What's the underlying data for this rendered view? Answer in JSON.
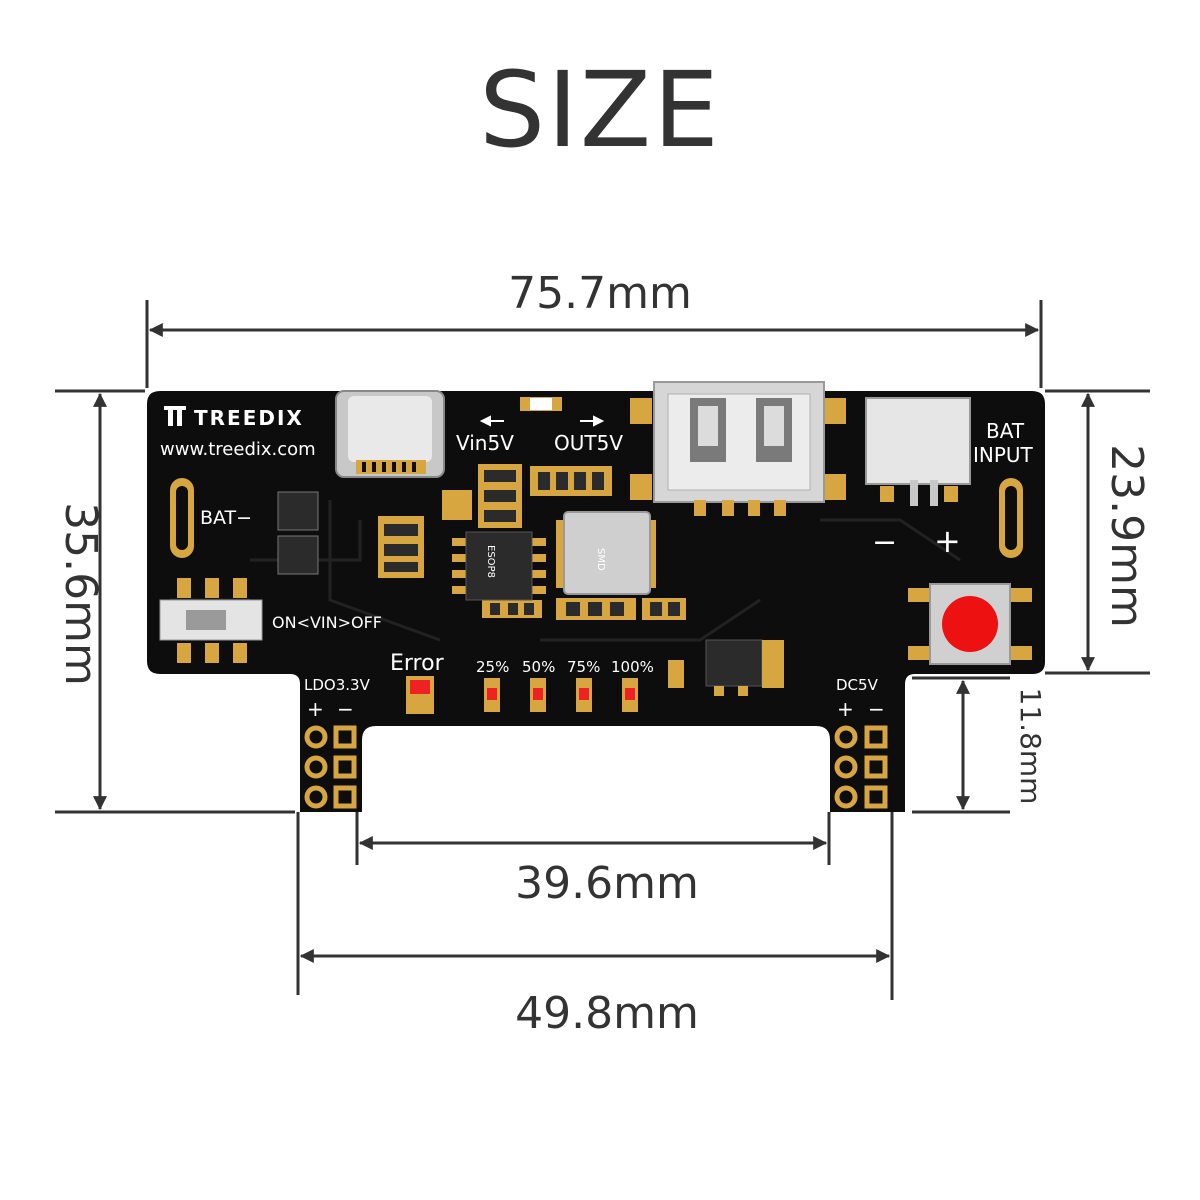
{
  "title": "SIZE",
  "dimensions": {
    "total_width": "75.7mm",
    "total_height": "35.6mm",
    "board_height": "23.9mm",
    "pin_height": "11.8mm",
    "inner_gap": "39.6mm",
    "outer_span": "49.8mm"
  },
  "board": {
    "brand": "TREEDIX",
    "website": "www.treedix.com",
    "vin_label": "Vin5V",
    "out_label": "OUT5V",
    "bat_minus": "BAT−",
    "bat_input_1": "BAT",
    "bat_input_2": "INPUT",
    "minus_sign": "−",
    "plus_sign": "+",
    "switch_label": "ON<VIN>OFF",
    "error_label": "Error",
    "ldo_label": "LDO3.3V",
    "dc_label": "DC5V",
    "pct_25": "25%",
    "pct_50": "50%",
    "pct_75": "75%",
    "pct_100": "100%",
    "chip_label": "ESOP8",
    "inductor_label": "SMD",
    "header_plus": "+",
    "header_minus": "−"
  },
  "colors": {
    "pcb": "#0d0d0d",
    "gold": "#d8a640",
    "silver": "#cfcfcf",
    "button_red": "#ee1111",
    "dim_line": "#333333"
  }
}
